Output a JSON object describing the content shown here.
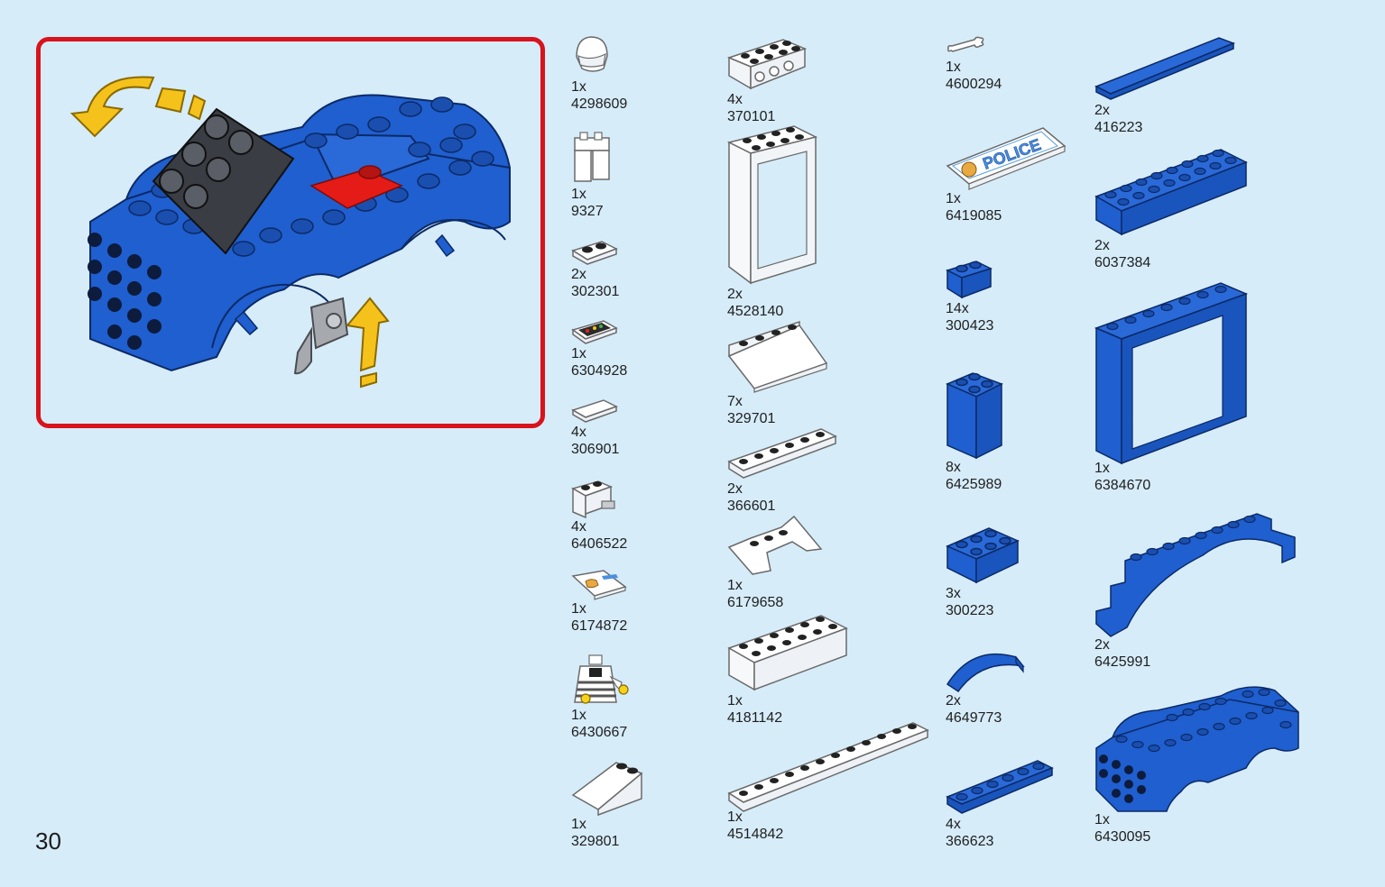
{
  "page": {
    "number": "30"
  },
  "colors": {
    "background": "#d6ecf9",
    "frame": "#d8131c",
    "blue": "#1f5fcf",
    "white_part": "#ffffff",
    "arrow": "#f5c21b"
  },
  "parts": [
    {
      "qty": "1x",
      "id": "4298609",
      "icon": "helmet-icon"
    },
    {
      "qty": "1x",
      "id": "9327",
      "icon": "minifig-legs-icon"
    },
    {
      "qty": "2x",
      "id": "302301",
      "icon": "plate-1x2-white-icon"
    },
    {
      "qty": "1x",
      "id": "6304928",
      "icon": "printed-tile-icon"
    },
    {
      "qty": "4x",
      "id": "306901",
      "icon": "tile-1x2-white-icon"
    },
    {
      "qty": "4x",
      "id": "6406522",
      "icon": "bracket-pin-icon"
    },
    {
      "qty": "1x",
      "id": "6174872",
      "icon": "printed-slope-icon"
    },
    {
      "qty": "1x",
      "id": "6430667",
      "icon": "minifig-torso-icon"
    },
    {
      "qty": "1x",
      "id": "329801",
      "icon": "slope-2x2-white-icon"
    },
    {
      "qty": "4x",
      "id": "370101",
      "icon": "technic-brick-icon"
    },
    {
      "qty": "2x",
      "id": "4528140",
      "icon": "window-frame-white-icon"
    },
    {
      "qty": "7x",
      "id": "329701",
      "icon": "slope-2x4-white-icon"
    },
    {
      "qty": "2x",
      "id": "366601",
      "icon": "plate-1x6-white-icon"
    },
    {
      "qty": "1x",
      "id": "6179658",
      "icon": "wing-plate-icon"
    },
    {
      "qty": "1x",
      "id": "4181142",
      "icon": "brick-2x6-white-icon"
    },
    {
      "qty": "1x",
      "id": "4514842",
      "icon": "plate-1x12-white-icon"
    },
    {
      "qty": "1x",
      "id": "4600294",
      "icon": "bone-icon"
    },
    {
      "qty": "1x",
      "id": "6419085",
      "icon": "police-tile-icon"
    },
    {
      "qty": "14x",
      "id": "300423",
      "icon": "brick-1x2-blue-icon"
    },
    {
      "qty": "8x",
      "id": "6425989",
      "icon": "brick-2x2x3-blue-icon"
    },
    {
      "qty": "3x",
      "id": "300223",
      "icon": "brick-2x3-blue-icon"
    },
    {
      "qty": "2x",
      "id": "4649773",
      "icon": "curved-slope-blue-icon"
    },
    {
      "qty": "4x",
      "id": "366623",
      "icon": "plate-1x6-blue-icon"
    },
    {
      "qty": "2x",
      "id": "416223",
      "icon": "tile-1x8-blue-icon"
    },
    {
      "qty": "2x",
      "id": "6037384",
      "icon": "brick-2x8-blue-icon"
    },
    {
      "qty": "1x",
      "id": "6384670",
      "icon": "door-frame-blue-icon"
    },
    {
      "qty": "2x",
      "id": "6425991",
      "icon": "arch-blue-icon"
    },
    {
      "qty": "1x",
      "id": "6430095",
      "icon": "car-chassis-blue-icon"
    }
  ]
}
